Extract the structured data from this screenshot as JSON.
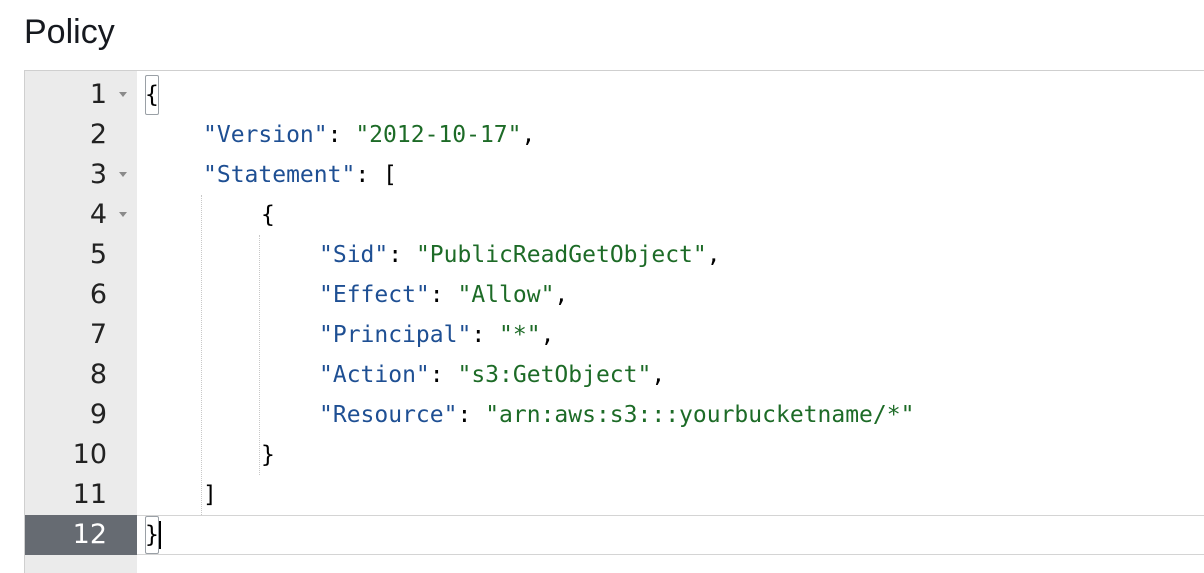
{
  "section": {
    "title": "Policy"
  },
  "editor": {
    "active_line": 12,
    "lines": [
      {
        "num": "1",
        "fold": true
      },
      {
        "num": "2",
        "fold": false
      },
      {
        "num": "3",
        "fold": true
      },
      {
        "num": "4",
        "fold": true
      },
      {
        "num": "5",
        "fold": false
      },
      {
        "num": "6",
        "fold": false
      },
      {
        "num": "7",
        "fold": false
      },
      {
        "num": "8",
        "fold": false
      },
      {
        "num": "9",
        "fold": false
      },
      {
        "num": "10",
        "fold": false
      },
      {
        "num": "11",
        "fold": false
      },
      {
        "num": "12",
        "fold": false
      }
    ],
    "code": {
      "l1": {
        "open": "{"
      },
      "l2": {
        "key": "\"Version\"",
        "sep": ": ",
        "val": "\"2012-10-17\"",
        "end": ","
      },
      "l3": {
        "key": "\"Statement\"",
        "sep": ": ",
        "open": "["
      },
      "l4": {
        "open": "{"
      },
      "l5": {
        "key": "\"Sid\"",
        "sep": ": ",
        "val": "\"PublicReadGetObject\"",
        "end": ","
      },
      "l6": {
        "key": "\"Effect\"",
        "sep": ": ",
        "val": "\"Allow\"",
        "end": ","
      },
      "l7": {
        "key": "\"Principal\"",
        "sep": ": ",
        "val": "\"*\"",
        "end": ","
      },
      "l8": {
        "key": "\"Action\"",
        "sep": ": ",
        "val": "\"s3:GetObject\"",
        "end": ","
      },
      "l9": {
        "key": "\"Resource\"",
        "sep": ": ",
        "val": "\"arn:aws:s3:::yourbucketname/*\""
      },
      "l10": {
        "close": "}"
      },
      "l11": {
        "close": "]"
      },
      "l12": {
        "close": "}"
      }
    }
  }
}
